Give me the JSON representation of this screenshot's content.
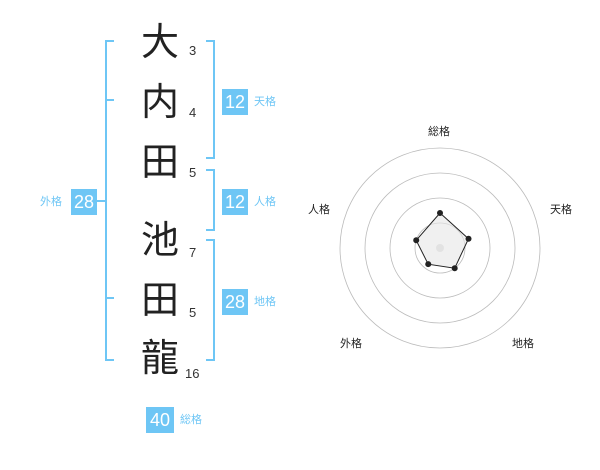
{
  "name": {
    "chars": [
      {
        "char": "大",
        "strokes": "3"
      },
      {
        "char": "内",
        "strokes": "4"
      },
      {
        "char": "田",
        "strokes": "5"
      },
      {
        "char": "池",
        "strokes": "7"
      },
      {
        "char": "田",
        "strokes": "5"
      },
      {
        "char": "龍",
        "strokes": "16"
      }
    ]
  },
  "kakusu": {
    "tenkaku": {
      "value": "12",
      "label": "天格"
    },
    "jinkaku": {
      "value": "12",
      "label": "人格"
    },
    "chikaku": {
      "value": "28",
      "label": "地格"
    },
    "gaikaku": {
      "value": "28",
      "label": "外格"
    },
    "soukaku": {
      "value": "40",
      "label": "総格"
    }
  },
  "chart_data": {
    "type": "radar",
    "axes": [
      "総格",
      "天格",
      "地格",
      "外格",
      "人格"
    ],
    "values": [
      0.35,
      0.3,
      0.25,
      0.2,
      0.25
    ],
    "rings": 4,
    "colors": {
      "accent": "#6ec6f5",
      "ring": "#bbbbbb",
      "line": "#222222"
    }
  }
}
